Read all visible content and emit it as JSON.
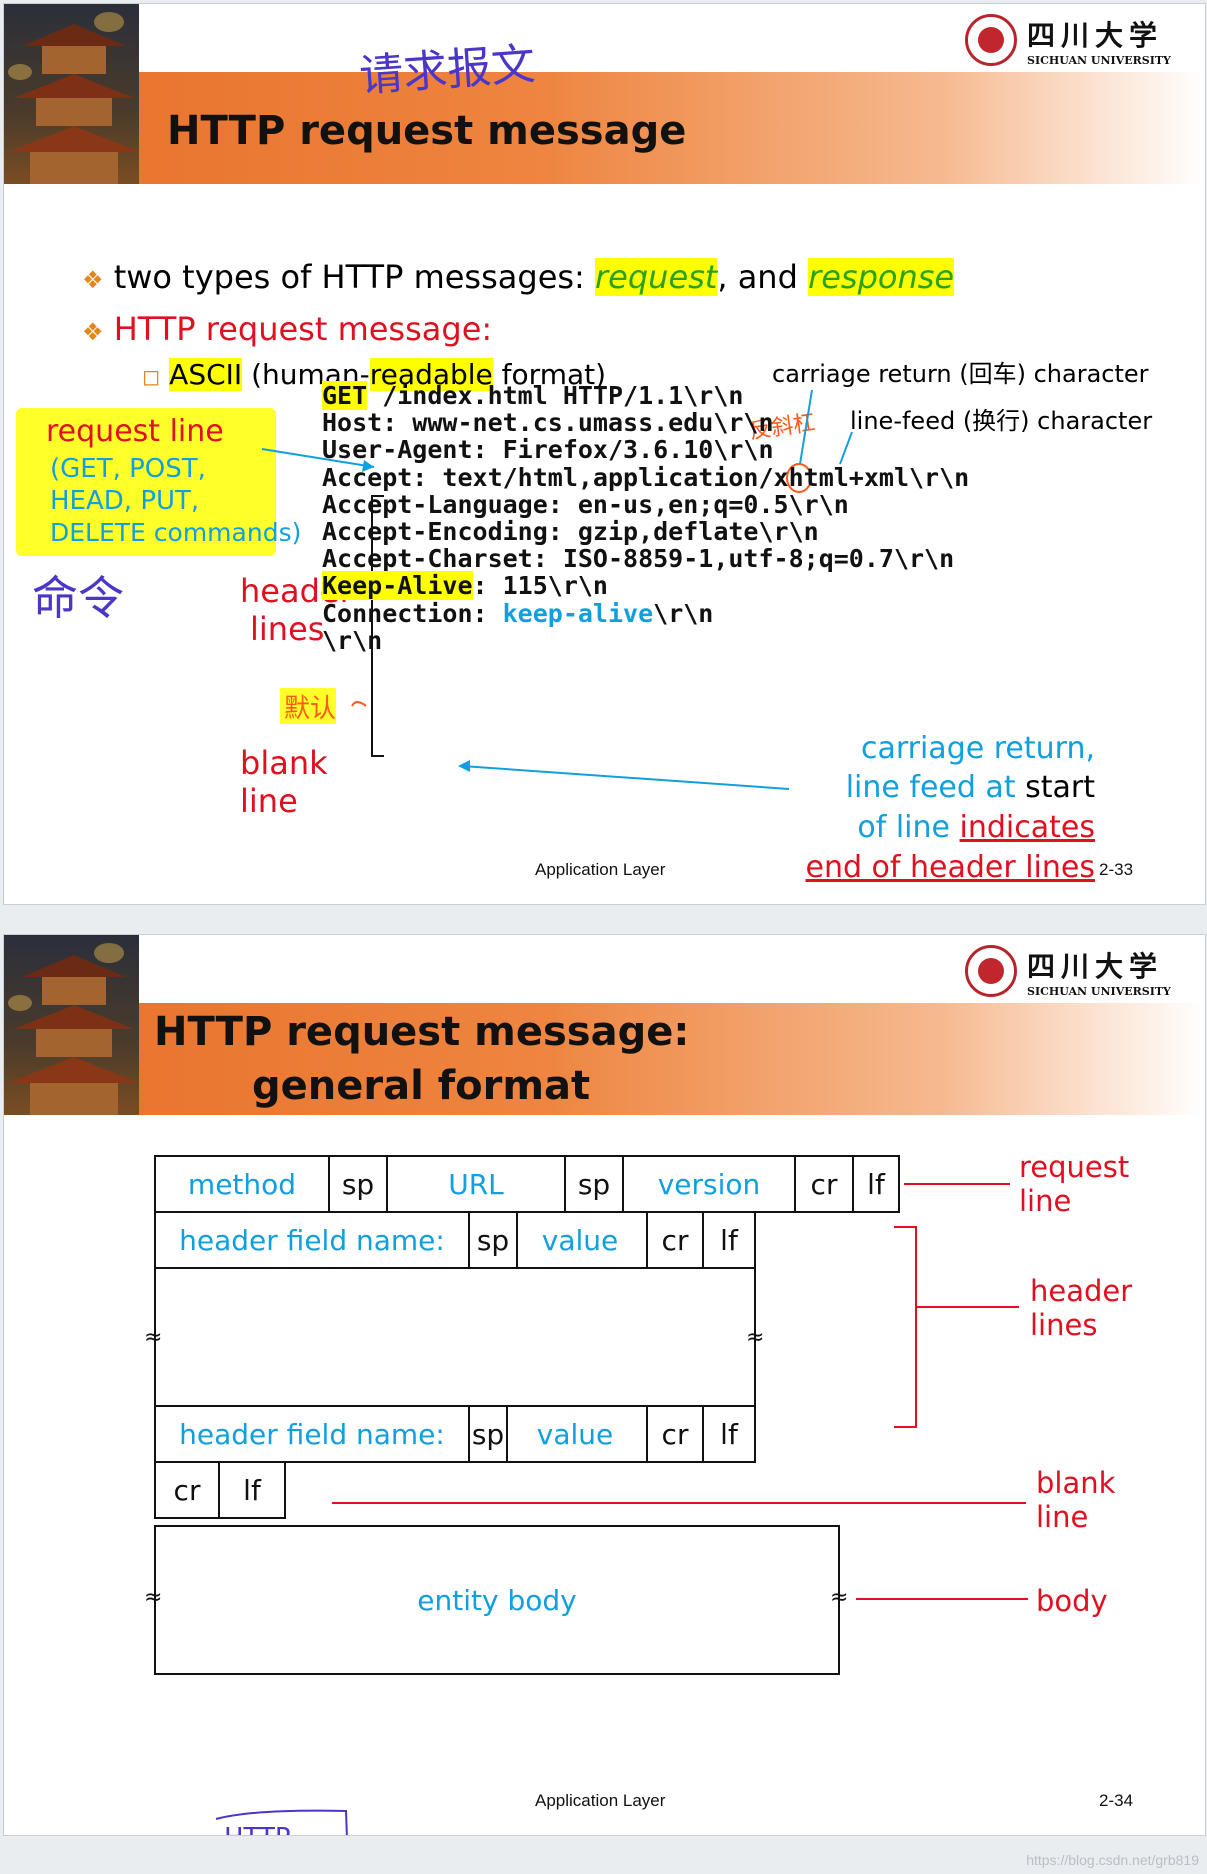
{
  "slide1": {
    "logo": {
      "cn": "四川大学",
      "en": "SICHUAN UNIVERSITY"
    },
    "title": "HTTP request message",
    "handnote_title": "请求报文",
    "bullet1_prefix": "two types of HTTP messages: ",
    "bullet1_request": "request",
    "bullet1_mid": ", and ",
    "bullet1_response": "response",
    "bullet2": "HTTP request message:",
    "sub_ascii": "ASCII",
    "sub_rest_1": " (human-",
    "sub_readable": "readable",
    "sub_rest_2": " format)",
    "annot_cr": "carriage return (回车) character",
    "annot_lf": "line-feed (换行) character",
    "handnote_backslash": "反斜杠",
    "label_request_line": "request line",
    "label_commands_1": "(GET, POST,",
    "label_commands_2": "HEAD, PUT,",
    "label_commands_3": "DELETE commands)",
    "handnote_commands": "命令",
    "label_header_1": "header",
    "label_header_2": "lines",
    "label_blank_1": "blank",
    "label_blank_2": "line",
    "handnote_keepalive": "默认",
    "code": {
      "l1a": "GET",
      "l1b": " /index.html HTTP/1.1\\r\\n",
      "l2": "Host: www-net.cs.umass.edu\\r\\n",
      "l3": "User-Agent: Firefox/3.6.10\\r\\n",
      "l4": "Accept: text/html,application/xhtml+xml\\r\\n",
      "l5": "Accept-Language: en-us,en;q=0.5\\r\\n",
      "l6": "Accept-Encoding: gzip,deflate\\r\\n",
      "l7": "Accept-Charset: ISO-8859-1,utf-8;q=0.7\\r\\n",
      "l8a": "Keep-Alive",
      "l8b": ": 115\\r\\n",
      "l9a": "Connection: ",
      "l9b": "keep-alive",
      "l9c": "\\r\\n",
      "l10": "\\r\\n"
    },
    "note_line1": "carriage return,",
    "note_line2a": "line feed at ",
    "note_line2b": "start",
    "note_line3a": "of line ",
    "note_line3b": "indicates",
    "note_line4": "end of header lines",
    "footer": "Application Layer",
    "page": "2-33"
  },
  "slide2": {
    "logo": {
      "cn": "四川大学",
      "en": "SICHUAN UNIVERSITY"
    },
    "title_1": "HTTP request message:",
    "title_2": "general format",
    "row1": {
      "method": "method",
      "sp1": "sp",
      "url": "URL",
      "sp2": "sp",
      "version": "version",
      "cr": "cr",
      "lf": "lf"
    },
    "row2": {
      "name": "header field name:",
      "sp": "sp",
      "value": "value",
      "cr": "cr",
      "lf": "lf"
    },
    "row3": {
      "name": "header field name:",
      "sp": "sp",
      "value": "value",
      "cr": "cr",
      "lf": "lf"
    },
    "row4": {
      "cr": "cr",
      "lf": "lf"
    },
    "entity_body": "entity body",
    "lbl_request_1": "request",
    "lbl_request_2": "line",
    "lbl_header_1": "header",
    "lbl_header_2": "lines",
    "lbl_blank_1": "blank",
    "lbl_blank_2": "line",
    "lbl_body": "body",
    "footer": "Application Layer",
    "page": "2-34",
    "handnote_bottom": "HTTP"
  },
  "watermark": "https://blog.csdn.net/grb819",
  "colors": {
    "accent_orange": "#e8702a",
    "red": "#e01020",
    "cyan": "#11a0dd",
    "highlight": "#ffff00",
    "green": "#2aa21b"
  }
}
